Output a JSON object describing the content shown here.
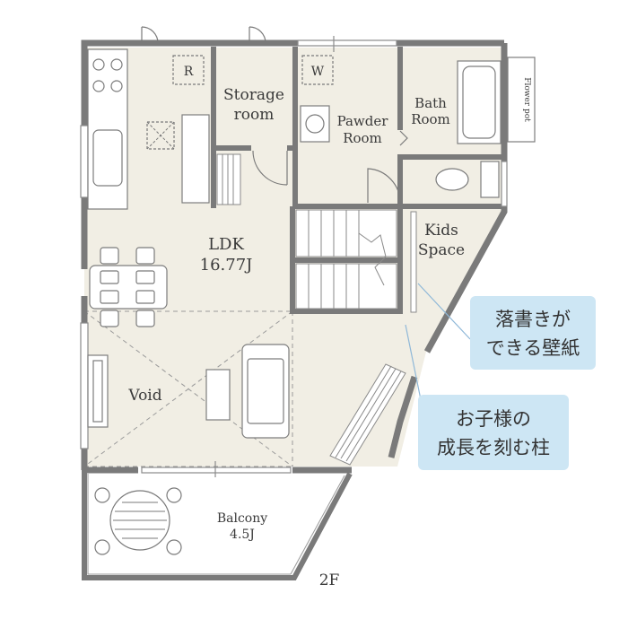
{
  "floor_label": "2F",
  "rooms": {
    "storage_line1": "Storage",
    "storage_line2": "room",
    "pawder_line1": "Pawder",
    "pawder_line2": "Room",
    "bath_line1": "Bath",
    "bath_line2": "Room",
    "kids_line1": "Kids",
    "kids_line2": "Space",
    "ldk_line1": "LDK",
    "ldk_line2": "16.77J",
    "void": "Void",
    "balcony_line1": "Balcony",
    "balcony_line2": "4.5J"
  },
  "fixtures": {
    "fridge": "R",
    "washer": "W",
    "flower_pot": "Flower pot"
  },
  "callouts": {
    "wallpaper_line1": "落書きが",
    "wallpaper_line2": "できる壁紙",
    "pillar_line1": "お子様の",
    "pillar_line2": "成長を刻む柱"
  },
  "colors": {
    "floor": "#f1eee4",
    "wall": "#7a7a7a",
    "callout_bg": "#cde6f4"
  }
}
